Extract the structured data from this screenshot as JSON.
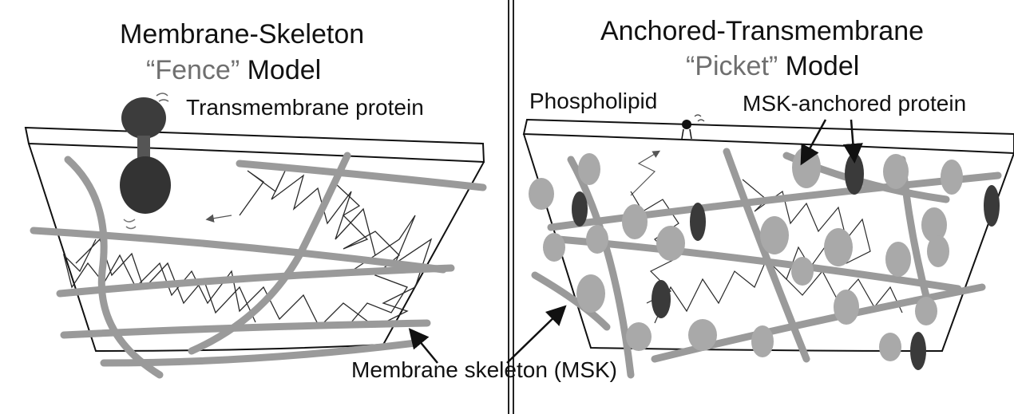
{
  "left_panel": {
    "title_line1": "Membrane-Skeleton",
    "title_quote": "“Fence”",
    "title_rest": " Model"
  },
  "right_panel": {
    "title_line1": "Anchored-Transmembrane",
    "title_quote": "“Picket”",
    "title_rest": " Model"
  },
  "labels": {
    "transmembrane_protein": "Transmembrane protein",
    "phospholipid": "Phospholipid",
    "msk_anchored_protein": "MSK-anchored protein",
    "membrane_skeleton": "Membrane skeleton (MSK)"
  },
  "colors": {
    "skeleton": "#9a9a9a",
    "protein_dark": "#3c3c3c",
    "protein_light": "#a9a9a9",
    "outline": "#111111",
    "quote_text": "#6f6f6f"
  }
}
